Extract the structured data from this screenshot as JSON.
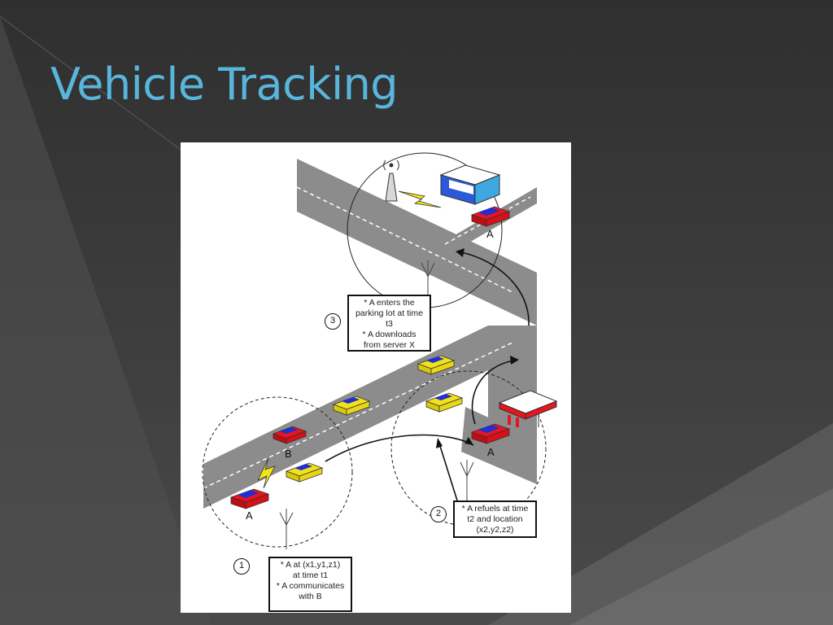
{
  "slide": {
    "title": "Vehicle Tracking"
  },
  "diagram": {
    "steps": [
      {
        "number": "1",
        "lines": [
          "* A at (x1,y1,z1)",
          "at time t1",
          "* A communicates",
          "with B"
        ]
      },
      {
        "number": "2",
        "lines": [
          "* A refuels at time",
          "t2 and location",
          "(x2,y2,z2)"
        ]
      },
      {
        "number": "3",
        "lines": [
          "* A enters the",
          "parking lot at time",
          "t3",
          "* A downloads",
          "from server X"
        ]
      }
    ],
    "car_labels": {
      "a_start": "A",
      "b": "B",
      "a_gas": "A",
      "a_parking": "A"
    }
  },
  "colors": {
    "title": "#58b6dc",
    "road": "#8c8c8c",
    "tracked_car": "#e8141e",
    "other_car": "#f2e21a",
    "roof": "#1f2fd0",
    "lightning": "#f2e21a"
  }
}
